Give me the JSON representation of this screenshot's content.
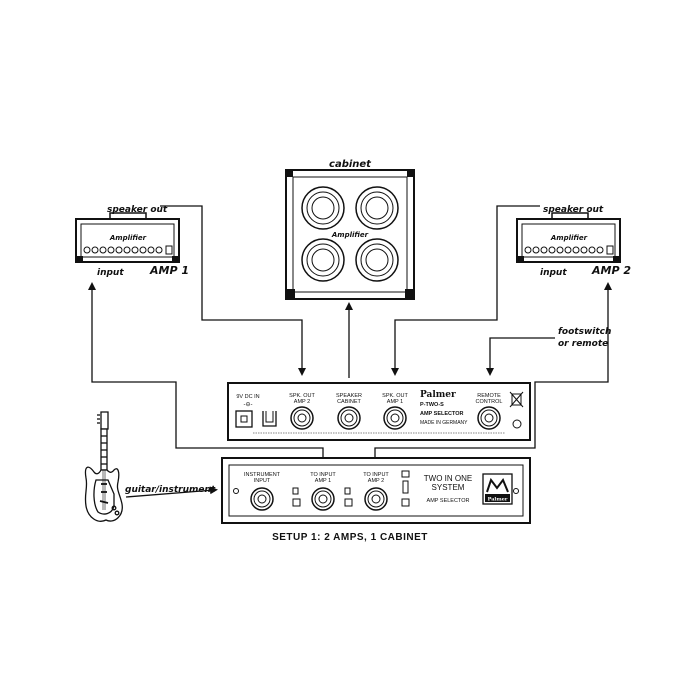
{
  "labels": {
    "cabinet": "cabinet",
    "speaker_out_1": "speaker out",
    "speaker_out_2": "speaker out",
    "input_1": "input",
    "input_2": "input",
    "amp1": "AMP 1",
    "amp2": "AMP 2",
    "footswitch_line1": "footswitch",
    "footswitch_line2": "or remote",
    "guitar": "guitar/instrument",
    "caption": "SETUP 1: 2 AMPS, 1 CABINET"
  },
  "amp_logo": "Amplifier",
  "cabinet_logo": "Amplifier",
  "rear_panel": {
    "dc_in": "9V DC IN",
    "spk_out_amp2_line1": "SPK. OUT",
    "spk_out_amp2_line2": "AMP 2",
    "speaker_cabinet_line1": "SPEAKER",
    "speaker_cabinet_line2": "CABINET",
    "spk_out_amp1_line1": "SPK. OUT",
    "spk_out_amp1_line2": "AMP 1",
    "brand": "Palmer",
    "model": "P-TWO-S",
    "type": "AMP SELECTOR",
    "made_in": "MADE IN GERMANY",
    "remote_line1": "REMOTE",
    "remote_line2": "CONTROL"
  },
  "front_panel": {
    "instrument_line1": "INSTRUMENT",
    "instrument_line2": "INPUT",
    "to_input_amp1_line1": "TO INPUT",
    "to_input_amp1_line2": "AMP 1",
    "to_input_amp2_line1": "TO INPUT",
    "to_input_amp2_line2": "AMP 2",
    "title_line1": "TWO IN ONE",
    "title_line2": "SYSTEM",
    "subtitle": "AMP SELECTOR",
    "logo_text": "Palmer"
  }
}
